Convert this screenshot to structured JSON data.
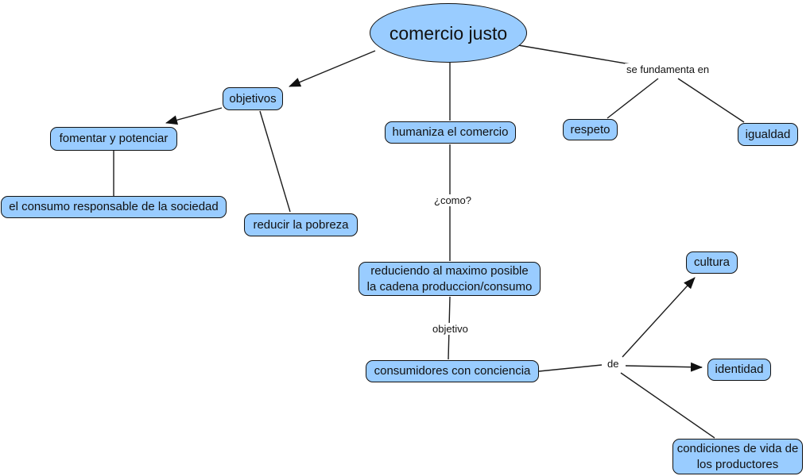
{
  "nodes": {
    "comercio_justo": {
      "label": "comercio justo"
    },
    "objetivos": {
      "label": "objetivos"
    },
    "fomentar_y_potenciar": {
      "label": "fomentar y potenciar"
    },
    "consumo_responsable": {
      "label": "el consumo responsable de la sociedad"
    },
    "reducir_la_pobreza": {
      "label": "reducir la pobreza"
    },
    "humaniza_el_comercio": {
      "label": "humaniza el comercio"
    },
    "respeto": {
      "label": "respeto"
    },
    "igualdad": {
      "label": "igualdad"
    },
    "reduciendo_cadena": {
      "label": "reduciendo al maximo posible\nla cadena produccion/consumo"
    },
    "consumidores_con_conciencia": {
      "label": "consumidores con conciencia"
    },
    "cultura": {
      "label": "cultura"
    },
    "identidad": {
      "label": "identidad"
    },
    "condiciones_de_vida": {
      "label": "condiciones de vida de\nlos productores"
    }
  },
  "edge_labels": {
    "se_fundamenta_en": "se fundamenta en",
    "como": "¿como?",
    "objetivo": "objetivo",
    "de": "de"
  },
  "colors": {
    "node_fill": "#99CCFF",
    "node_border": "#111111",
    "line": "#1C1C1C",
    "background": "#FFFFFF",
    "text": "#111111"
  }
}
